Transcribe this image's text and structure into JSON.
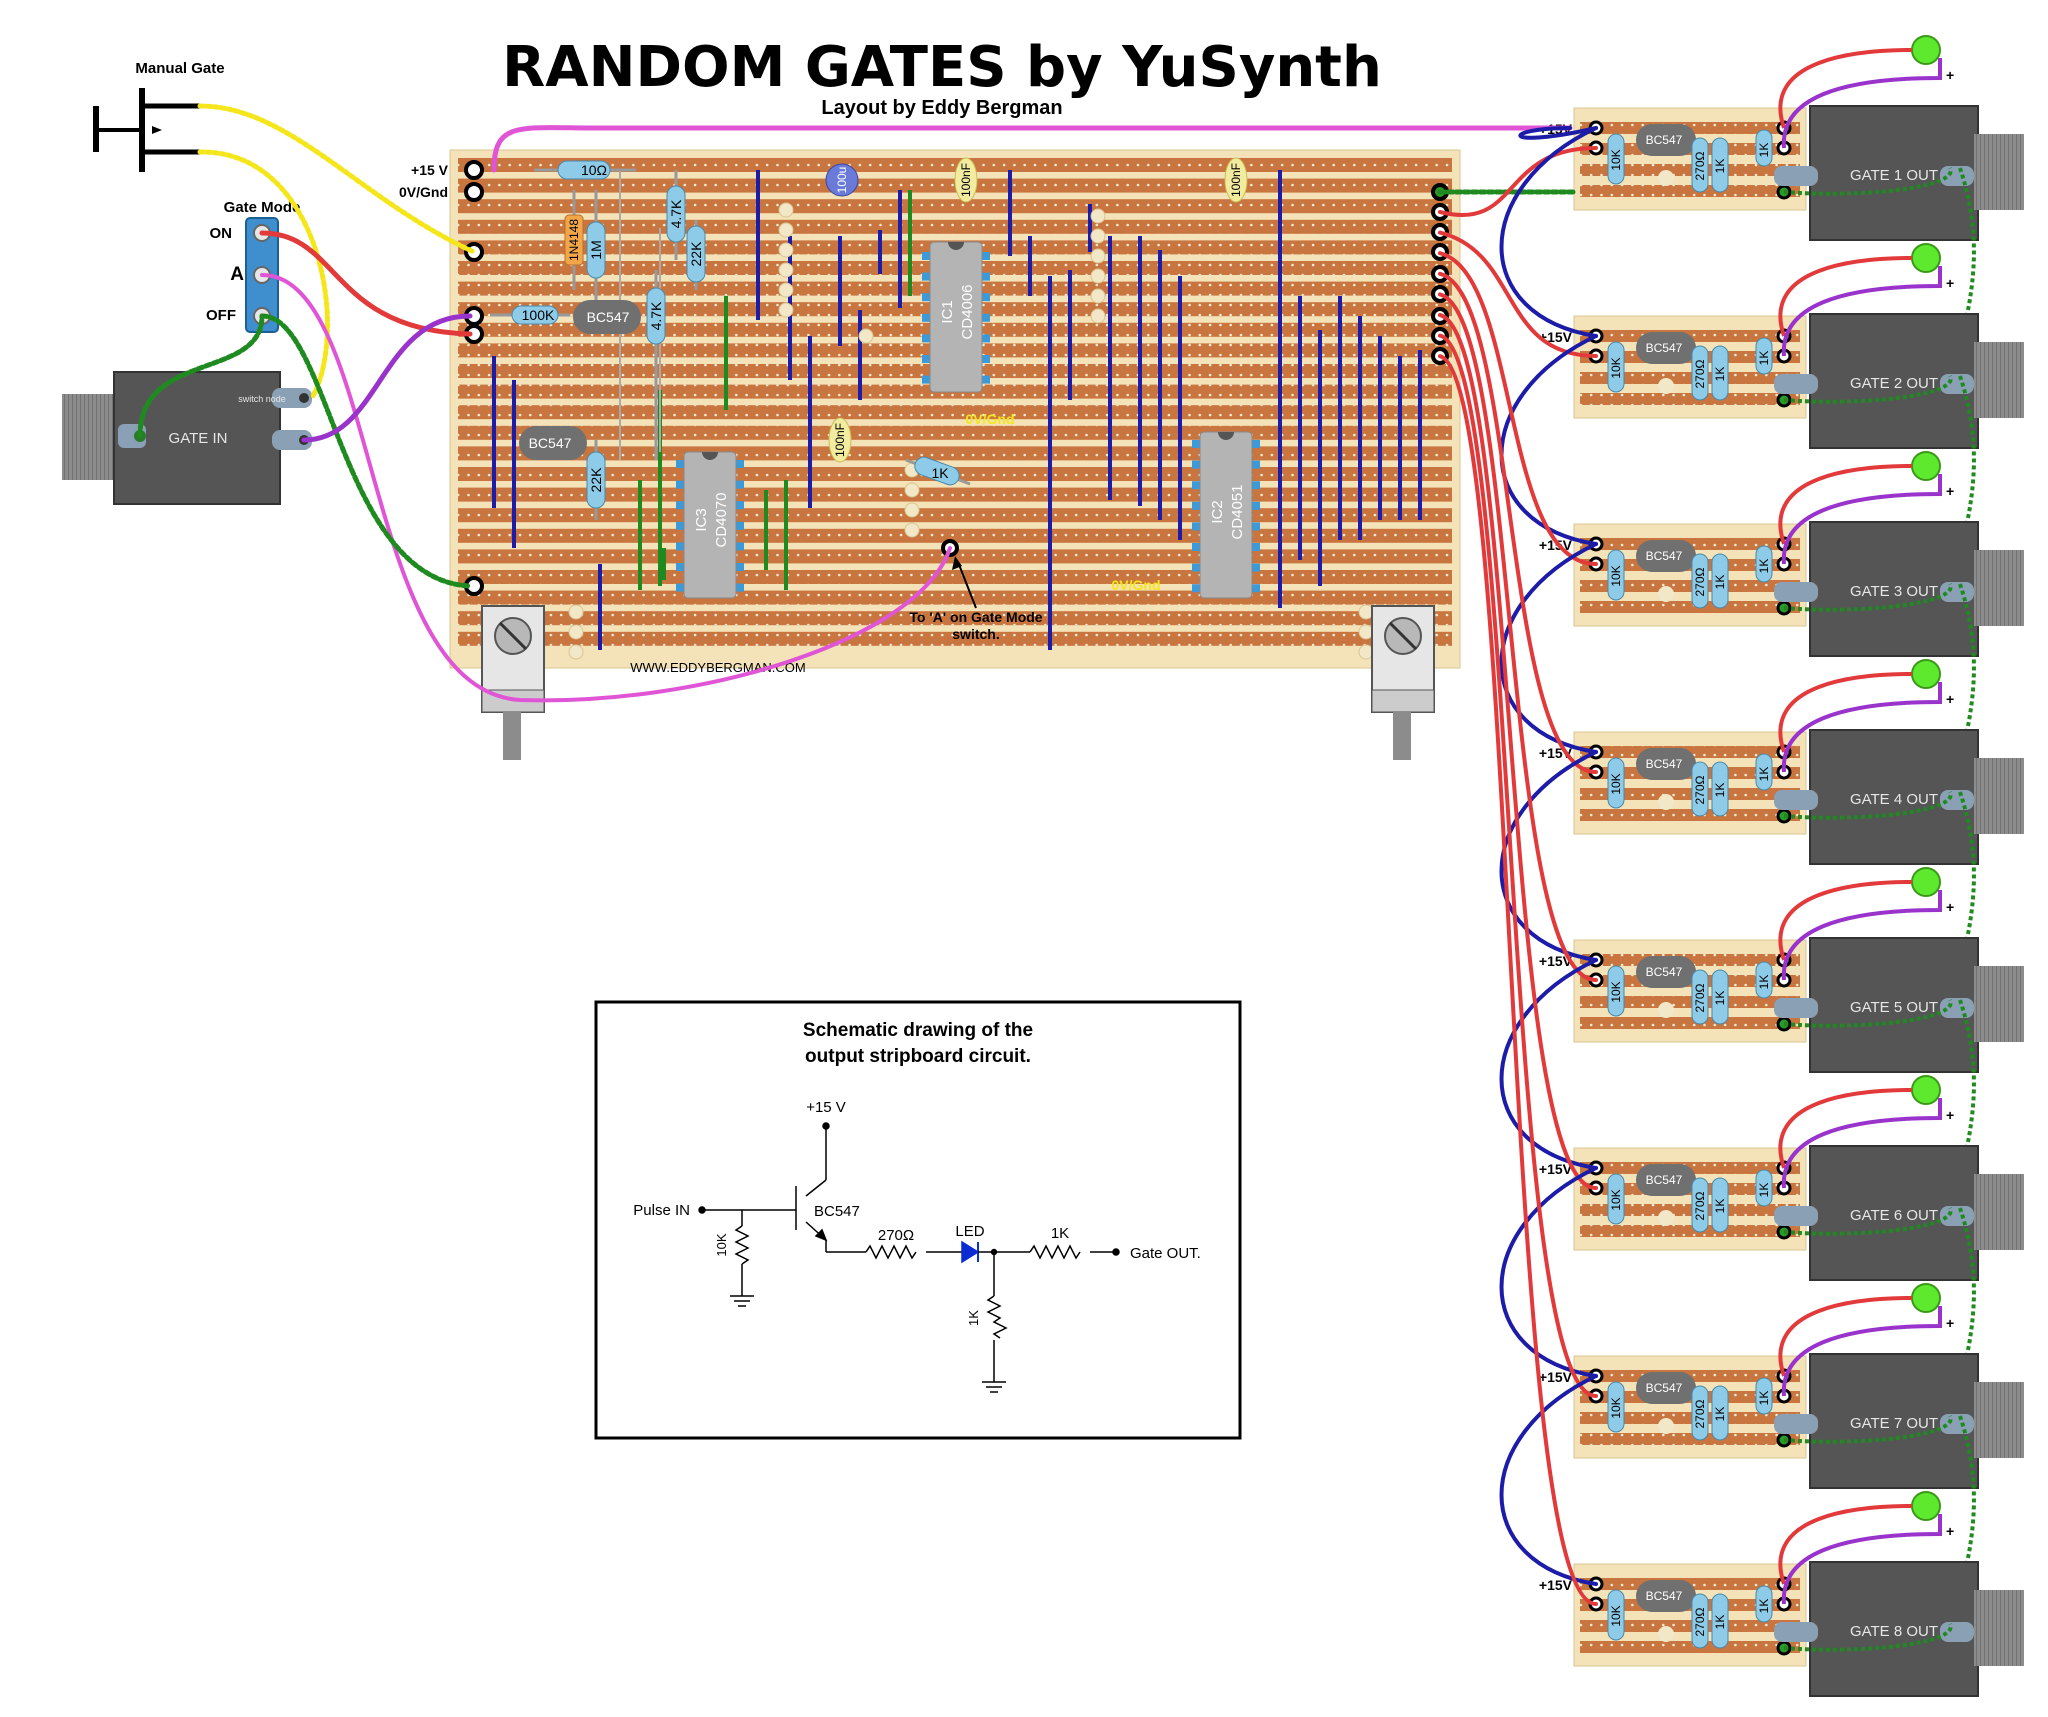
{
  "header": {
    "title": "RANDOM GATES by YuSynth",
    "subtitle": "Layout by Eddy Bergman"
  },
  "left_panel": {
    "manual_gate_label": "Manual Gate",
    "gate_mode_label": "Gate Mode",
    "switch_on": "ON",
    "switch_a": "A",
    "switch_off": "OFF",
    "gate_in_label": "GATE IN",
    "switch_node_label": "switch node"
  },
  "main_board": {
    "plus15_label": "+15 V",
    "gnd_label": "0V/Gnd",
    "website": "WWW.EDDYBERGMAN.COM",
    "note_to_a": "To 'A' on Gate Mode",
    "note_switch": "switch.",
    "gnd_marker_1": "0V/Gnd",
    "gnd_marker_2": "0V/Gnd",
    "components": {
      "r_10ohm": "10Ω",
      "diode": "1N4148",
      "r_1m": "1M",
      "r_100k": "100K",
      "q1": "BC547",
      "r_47k_a": "4.7K",
      "r_47k_b": "4.7K",
      "r_22k_a": "22K",
      "r_22k_b": "22K",
      "q2": "BC547",
      "cap_100u": "100u",
      "cap_100n_a": "100nF",
      "cap_100n_b": "100nF",
      "cap_100n_c": "100nF",
      "ic1_ref": "IC1",
      "ic1_part": "CD4006",
      "ic3_ref": "IC3",
      "ic3_part": "CD4070",
      "ic2_ref": "IC2",
      "ic2_part": "CD4051",
      "r_1k": "1K"
    }
  },
  "output_boards": {
    "plus15_label": "+15V",
    "r_10k": "10K",
    "transistor": "BC547",
    "r_270": "270Ω",
    "r_1k_a": "1K",
    "r_1k_b": "1K",
    "plus_sign": "+",
    "gates": [
      "GATE 1 OUT",
      "GATE 2 OUT",
      "GATE 3 OUT",
      "GATE 4 OUT",
      "GATE 5 OUT",
      "GATE 6 OUT",
      "GATE 7 OUT",
      "GATE 8 OUT"
    ]
  },
  "schematic": {
    "title_line1": "Schematic drawing of the",
    "title_line2": "output stripboard circuit.",
    "plus15": "+15 V",
    "pulse_in": "Pulse IN",
    "transistor": "BC547",
    "r_10k": "10K",
    "r_270": "270Ω",
    "led": "LED",
    "r_1k_series": "1K",
    "r_1k_shunt": "1K",
    "gate_out": "Gate OUT."
  },
  "colors": {
    "strip": "#c8753f",
    "board": "#f4e3b8",
    "link_blue": "#1c1ca8",
    "link_green": "#1f8a1f",
    "wire_red": "#e23a3a",
    "wire_purple": "#9933cc",
    "wire_pink": "#e055d6",
    "wire_yellow": "#f5e61b",
    "led_green": "#5ee82e",
    "jack_gray": "#555555",
    "resistor_blue": "#8ecbe8"
  }
}
